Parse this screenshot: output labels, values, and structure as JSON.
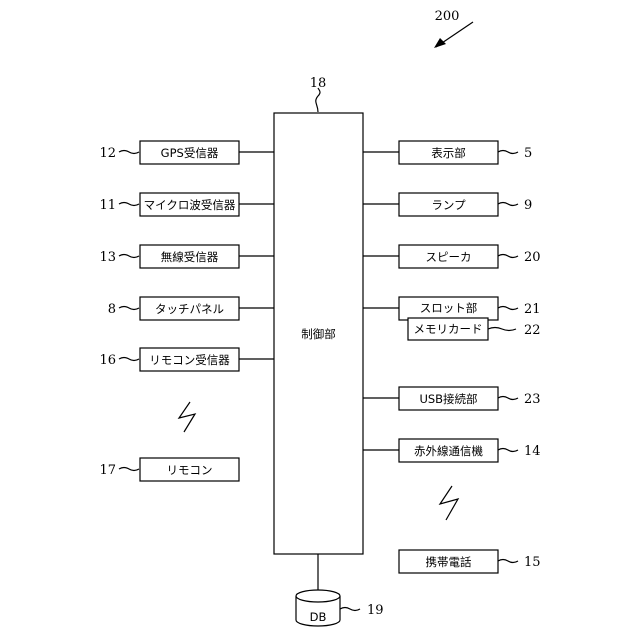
{
  "figure_ref": "200",
  "controller": {
    "label": "制御部",
    "ref": "18"
  },
  "database": {
    "label": "DB",
    "ref": "19"
  },
  "left_blocks": [
    {
      "id": "gps",
      "label": "GPS受信器",
      "ref": "12"
    },
    {
      "id": "microwave",
      "label": "マイクロ波受信器",
      "ref": "11"
    },
    {
      "id": "wireless",
      "label": "無線受信器",
      "ref": "13"
    },
    {
      "id": "touch",
      "label": "タッチパネル",
      "ref": "8"
    },
    {
      "id": "remote-receiver",
      "label": "リモコン受信器",
      "ref": "16"
    },
    {
      "id": "remote",
      "label": "リモコン",
      "ref": "17"
    }
  ],
  "right_blocks": [
    {
      "id": "display",
      "label": "表示部",
      "ref": "5"
    },
    {
      "id": "lamp",
      "label": "ランプ",
      "ref": "9"
    },
    {
      "id": "speaker",
      "label": "スピーカ",
      "ref": "20"
    },
    {
      "id": "slot",
      "label": "スロット部",
      "ref": "21"
    },
    {
      "id": "memory-card",
      "label": "メモリカード",
      "ref": "22"
    },
    {
      "id": "usb",
      "label": "USB接続部",
      "ref": "23"
    },
    {
      "id": "infrared",
      "label": "赤外線通信機",
      "ref": "14"
    },
    {
      "id": "phone",
      "label": "携帯電話",
      "ref": "15"
    }
  ]
}
